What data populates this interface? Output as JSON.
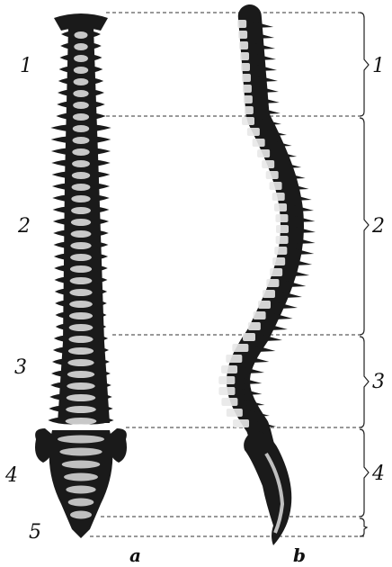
{
  "figure": {
    "left_labels": [
      "1",
      "2",
      "3",
      "4",
      "5"
    ],
    "right_labels": [
      "1",
      "2",
      "3",
      "4"
    ],
    "view_labels": {
      "a": "a",
      "b": "b"
    },
    "colors": {
      "ink": "#111111",
      "bone_dark": "#1a1a1a",
      "bone_light": "#e8e8e8",
      "dash": "#333333",
      "background": "#ffffff"
    }
  }
}
